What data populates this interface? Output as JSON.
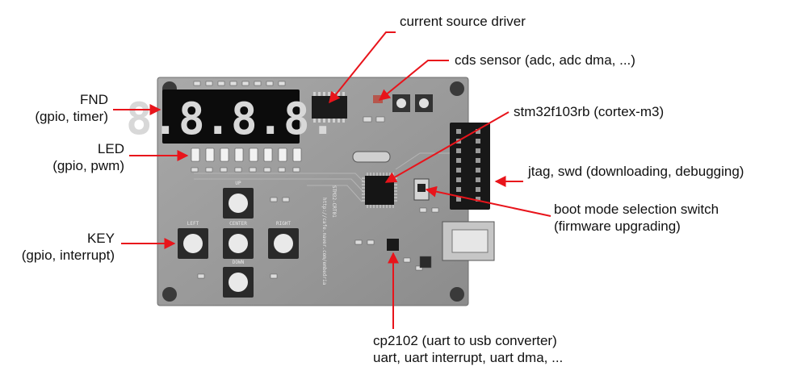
{
  "labels": {
    "fnd": [
      "FND",
      "(gpio, timer)"
    ],
    "led": [
      "LED",
      "(gpio, pwm)"
    ],
    "key": [
      "KEY",
      "(gpio, interrupt)"
    ],
    "current_source_driver": "current source driver",
    "cds_sensor": "cds sensor (adc, adc dma, ...)",
    "mcu": "stm32f103rb (cortex-m3)",
    "jtag": "jtag, swd (downloading, debugging)",
    "boot_switch": [
      "boot mode selection switch",
      "(firmware upgrading)"
    ],
    "cp2102": [
      "cp2102 (uart to usb converter)",
      "uart, uart interrupt, uart dma, ..."
    ]
  },
  "board": {
    "fnd_digits": "8.8.8.8.",
    "key_labels": [
      "UP",
      "LEFT",
      "CENTER",
      "RIGHT",
      "DOWN"
    ],
    "board_name": "STM32-CRT01",
    "url_text": "http://cafe.naver.com/embedria"
  },
  "colors": {
    "arrow": "#e8141b",
    "board": "#9b9b9b",
    "text": "#111111"
  }
}
